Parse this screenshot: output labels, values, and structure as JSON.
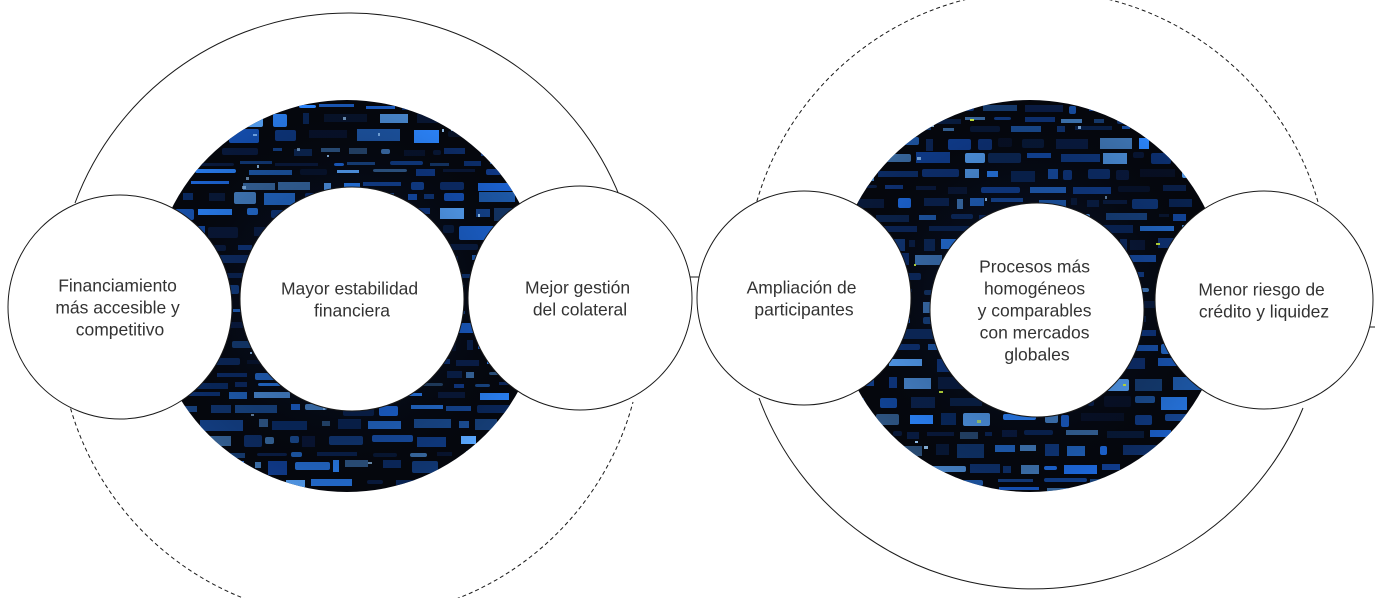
{
  "groups": [
    {
      "id": "left",
      "nodes": [
        {
          "key": "financiamiento",
          "lines": [
            "Financiamiento",
            "más accesible y",
            "competitivo"
          ]
        },
        {
          "key": "estabilidad",
          "lines": [
            "Mayor estabilidad",
            "financiera"
          ]
        },
        {
          "key": "colateral",
          "lines": [
            "Mejor gestión",
            "del colateral"
          ]
        }
      ]
    },
    {
      "id": "right",
      "nodes": [
        {
          "key": "participantes",
          "lines": [
            "Ampliación de",
            "participantes"
          ]
        },
        {
          "key": "procesos",
          "lines": [
            "Procesos más",
            "homogéneos",
            "y comparables",
            "con mercados",
            "globales"
          ]
        },
        {
          "key": "riesgo",
          "lines": [
            "Menor riesgo de",
            "crédito y liquidez"
          ]
        }
      ]
    }
  ],
  "colors": {
    "background": "#ffffff",
    "stroke": "#1a1a1a",
    "text": "#333333",
    "circuit_base": "#05070d",
    "circuit_glow": "#1e7bff",
    "circuit_highlight": "#d9ff3a"
  }
}
